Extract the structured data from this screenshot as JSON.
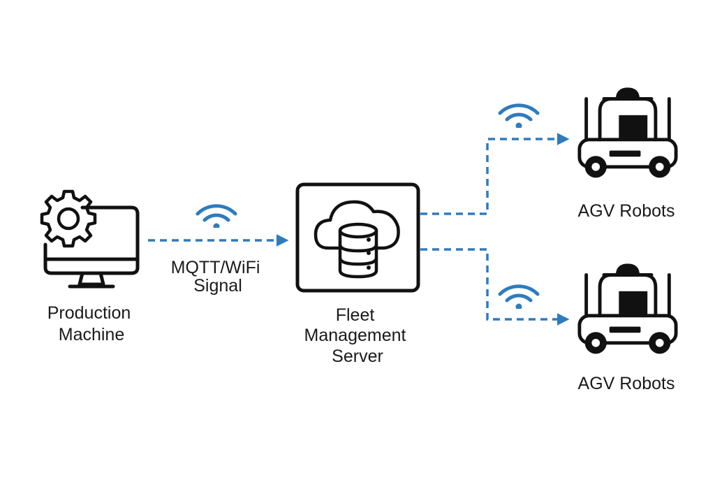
{
  "colors": {
    "accent": "#2f7bbd",
    "icon": "#111111",
    "text": "#1a1a1a",
    "background": "#ffffff"
  },
  "nodes": {
    "machine": {
      "label_line1": "Production",
      "label_line2": "Machine",
      "icon": "monitor-gear-icon"
    },
    "server": {
      "label_line1": "Fleet",
      "label_line2": "Management",
      "label_line3": "Server",
      "icon": "cloud-database-icon"
    },
    "robot_top": {
      "label": "AGV Robots",
      "icon": "agv-robot-icon"
    },
    "robot_bottom": {
      "label": "AGV Robots",
      "icon": "agv-robot-icon"
    }
  },
  "links": {
    "machine_to_server": {
      "label_line1": "MQTT/WiFi",
      "label_line2": "Signal",
      "icon": "wifi-icon"
    },
    "server_to_robot_top": {
      "icon": "wifi-icon"
    },
    "server_to_robot_bottom": {
      "icon": "wifi-icon"
    }
  }
}
